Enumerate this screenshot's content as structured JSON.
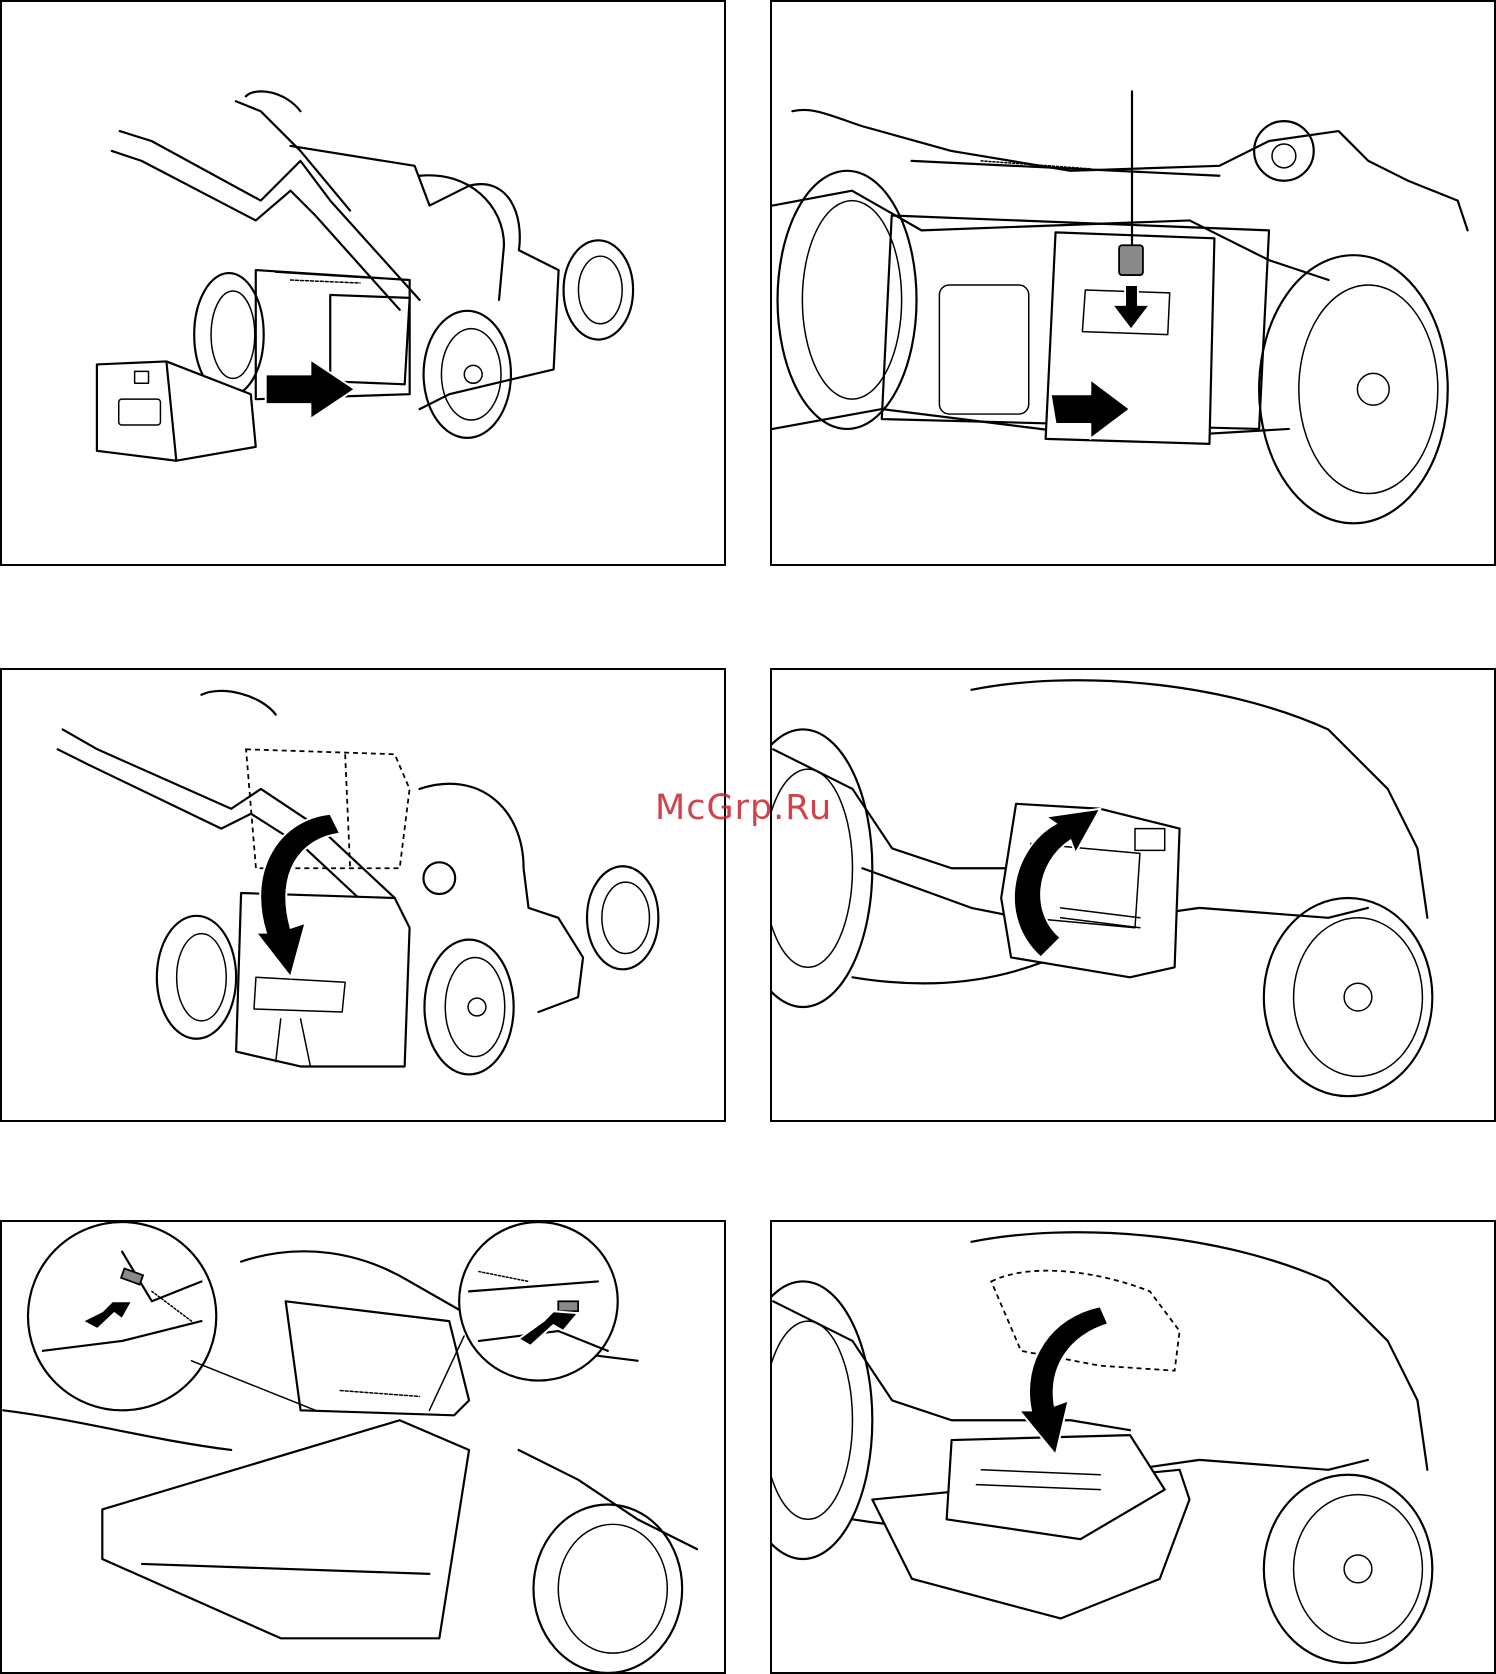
{
  "watermark": {
    "text": "McGrp.Ru",
    "color": "#c8232b"
  },
  "panels": [
    {
      "id": "attach-bag-insert",
      "icons": [
        "arrow-right-icon"
      ]
    },
    {
      "id": "attach-bag-latch",
      "icons": [
        "arrow-down-icon",
        "arrow-right-icon"
      ]
    },
    {
      "id": "lower-bag",
      "icons": [
        "curved-arrow-down-icon"
      ]
    },
    {
      "id": "lift-flap",
      "icons": [
        "curved-arrow-up-icon"
      ]
    },
    {
      "id": "mulch-plate-hinge",
      "icons": [
        "curved-arrow-right-icon"
      ]
    },
    {
      "id": "close-flap",
      "icons": [
        "curved-arrow-down-icon"
      ]
    }
  ]
}
